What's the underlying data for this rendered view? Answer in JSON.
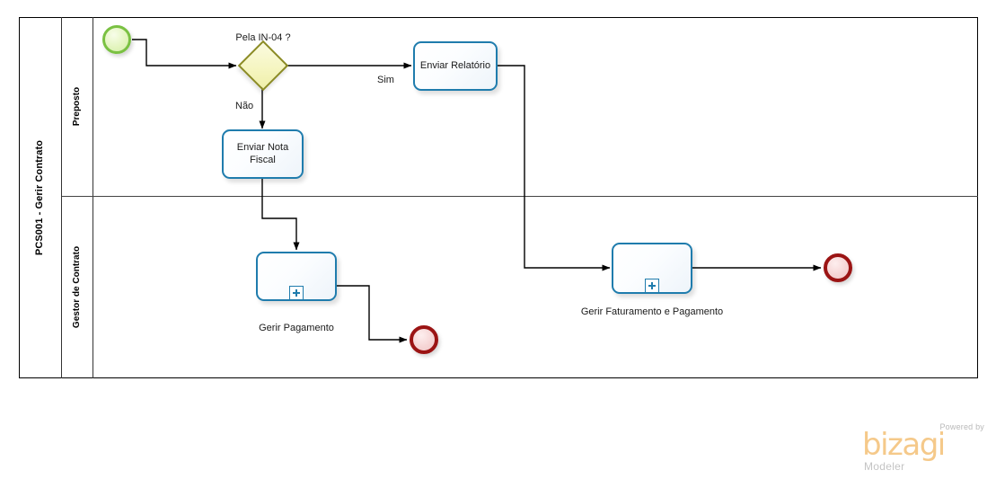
{
  "diagram": {
    "title": "PCS001 - Gerir Contrato",
    "type": "bpmn-process",
    "lanes": [
      {
        "id": "lane-preposto",
        "label": "Preposto"
      },
      {
        "id": "lane-gestor",
        "label": "Gestor de Contrato"
      }
    ],
    "nodes": [
      {
        "id": "start-event",
        "type": "start-event",
        "label": ""
      },
      {
        "id": "gateway-in04",
        "type": "exclusive-gateway",
        "label": "Pela IN-04 ?"
      },
      {
        "id": "task-enviar-relatorio",
        "type": "task",
        "label": "Enviar Relatório"
      },
      {
        "id": "task-enviar-nota-fiscal",
        "type": "task",
        "label": "Enviar Nota\nFiscal",
        "line1": "Enviar Nota",
        "line2": "Fiscal"
      },
      {
        "id": "subprocess-gerir-pagamento",
        "type": "collapsed-subprocess",
        "label": "Gerir Pagamento"
      },
      {
        "id": "subprocess-gerir-faturamento",
        "type": "collapsed-subprocess",
        "label": "Gerir Faturamento e Pagamento"
      },
      {
        "id": "end-event-pagamento",
        "type": "end-event",
        "label": ""
      },
      {
        "id": "end-event-faturamento",
        "type": "end-event",
        "label": ""
      }
    ],
    "flow_labels": {
      "sim": "Sim",
      "nao": "Não"
    },
    "colors": {
      "start_event_border": "#7ac142",
      "start_event_fill": "#e4f5c0",
      "end_event_border": "#9b1414",
      "end_event_fill": "#f6d6d6",
      "gateway_border": "#8b8b23",
      "gateway_fill": "#f5f5bf",
      "task_border": "#1f7cad",
      "task_fill": "#eef4fa",
      "connector": "#000000",
      "pool_border": "#000000",
      "lane_border": "#333333"
    }
  },
  "watermark": {
    "powered_by": "Powered by",
    "brand": "bizagi",
    "product": "Modeler"
  }
}
